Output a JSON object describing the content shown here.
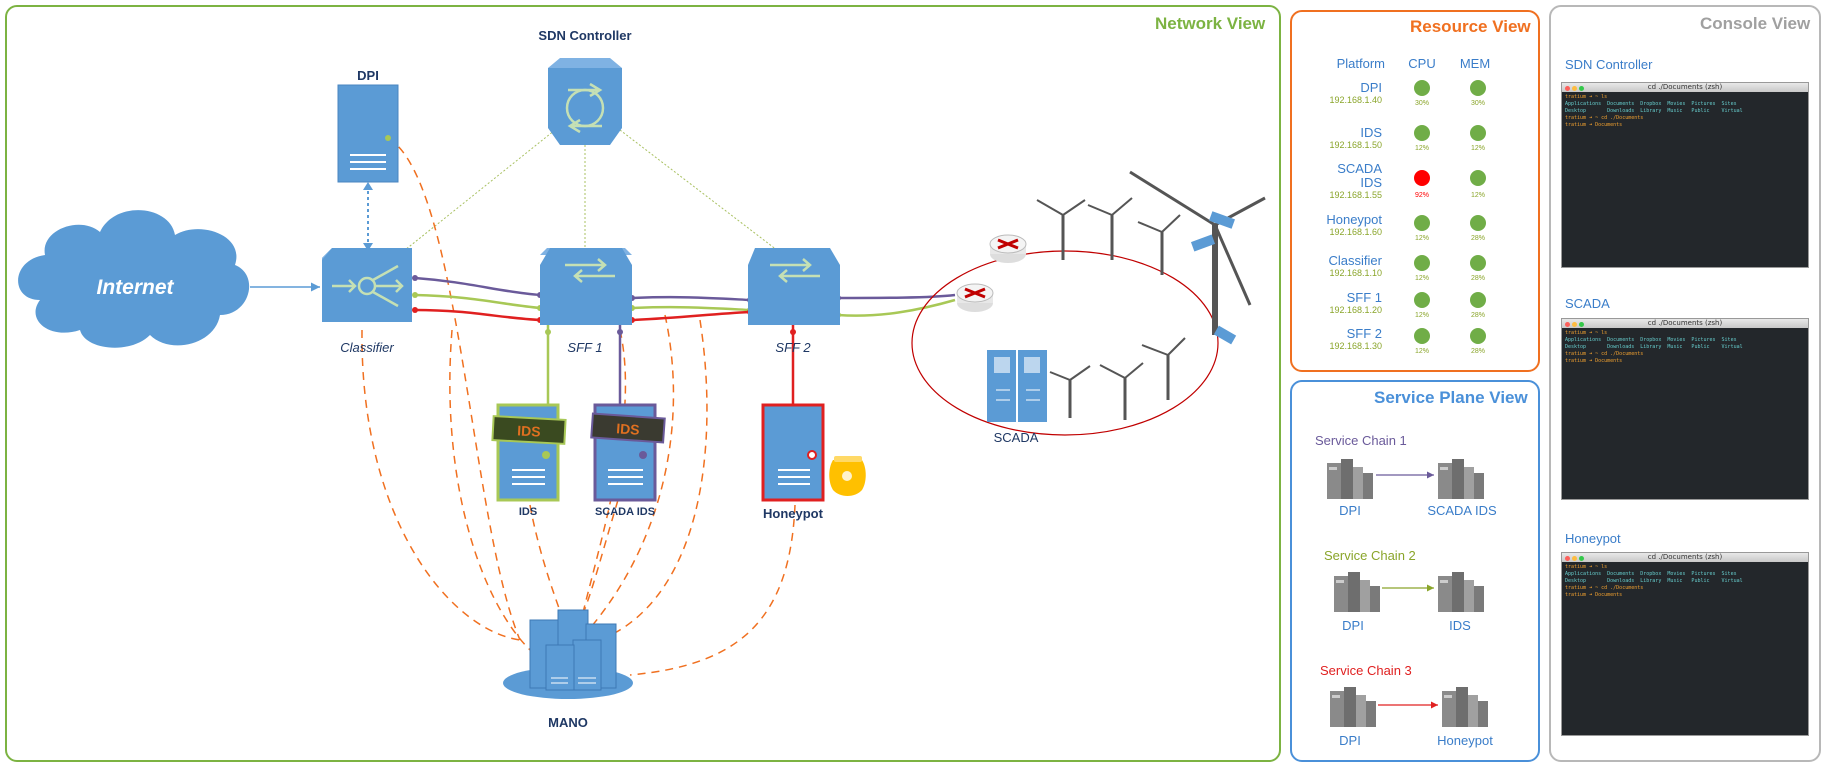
{
  "network_view": {
    "title": "Network View",
    "internet": "Internet",
    "sdn_controller": "SDN Controller",
    "dpi": "DPI",
    "classifier": "Classifier",
    "sff1": "SFF 1",
    "sff2": "SFF 2",
    "ids": "IDS",
    "scada_ids": "SCADA IDS",
    "honeypot": "Honeypot",
    "scada": "SCADA",
    "mano": "MANO",
    "ids_badge": "IDS",
    "scada_ids_badge": "IDS"
  },
  "resource_view": {
    "title": "Resource View",
    "col_platform": "Platform",
    "col_cpu": "CPU",
    "col_mem": "MEM",
    "rows": [
      {
        "name": "DPI",
        "ip": "192.168.1.40",
        "cpu": "30%",
        "mem": "30%",
        "cpu_status": "ok"
      },
      {
        "name": "IDS",
        "ip": "192.168.1.50",
        "cpu": "12%",
        "mem": "12%",
        "cpu_status": "ok"
      },
      {
        "name": "SCADA",
        "name2": "IDS",
        "ip": "192.168.1.55",
        "cpu": "92%",
        "mem": "12%",
        "cpu_status": "alert"
      },
      {
        "name": "Honeypot",
        "ip": "192.168.1.60",
        "cpu": "12%",
        "mem": "28%",
        "cpu_status": "ok"
      },
      {
        "name": "Classifier",
        "ip": "192.168.1.10",
        "cpu": "12%",
        "mem": "28%",
        "cpu_status": "ok"
      },
      {
        "name": "SFF 1",
        "ip": "192.168.1.20",
        "cpu": "12%",
        "mem": "28%",
        "cpu_status": "ok"
      },
      {
        "name": "SFF 2",
        "ip": "192.168.1.30",
        "cpu": "12%",
        "mem": "28%",
        "cpu_status": "ok"
      }
    ]
  },
  "service_plane_view": {
    "title": "Service Plane View",
    "chains": [
      {
        "name": "Service Chain 1",
        "from": "DPI",
        "to": "SCADA IDS",
        "color": "#6a5a9a"
      },
      {
        "name": "Service Chain 2",
        "from": "DPI",
        "to": "IDS",
        "color": "#8aa52a"
      },
      {
        "name": "Service Chain 3",
        "from": "DPI",
        "to": "Honeypot",
        "color": "#e02020"
      }
    ]
  },
  "console_view": {
    "title": "Console View",
    "consoles": [
      {
        "label": "SDN Controller",
        "window_title": "cd ./Documents (zsh)"
      },
      {
        "label": "SCADA",
        "window_title": "cd ./Documents (zsh)"
      },
      {
        "label": "Honeypot",
        "window_title": "cd ./Documents (zsh)"
      }
    ],
    "terminal_lines": [
      "tratium ➜ ~ ls",
      "Applications  Documents  Dropbox  Movies  Pictures  Sites",
      "Desktop       Downloads  Library  Music   Public    Virtual",
      "tratium ➜ ~ cd ./Documents",
      "tratium ➜ Documents "
    ]
  },
  "colors": {
    "network_border": "#7cb342",
    "resource_border": "#f07020",
    "service_border": "#4a90d9",
    "console_border": "#b8b8b8",
    "node_blue": "#5b9bd5",
    "chain1": "#6a5a9a",
    "chain2": "#a8c856",
    "chain3": "#e02020",
    "mano_link": "#f07020",
    "ok": "#70ad47",
    "alert": "#ff0000"
  }
}
